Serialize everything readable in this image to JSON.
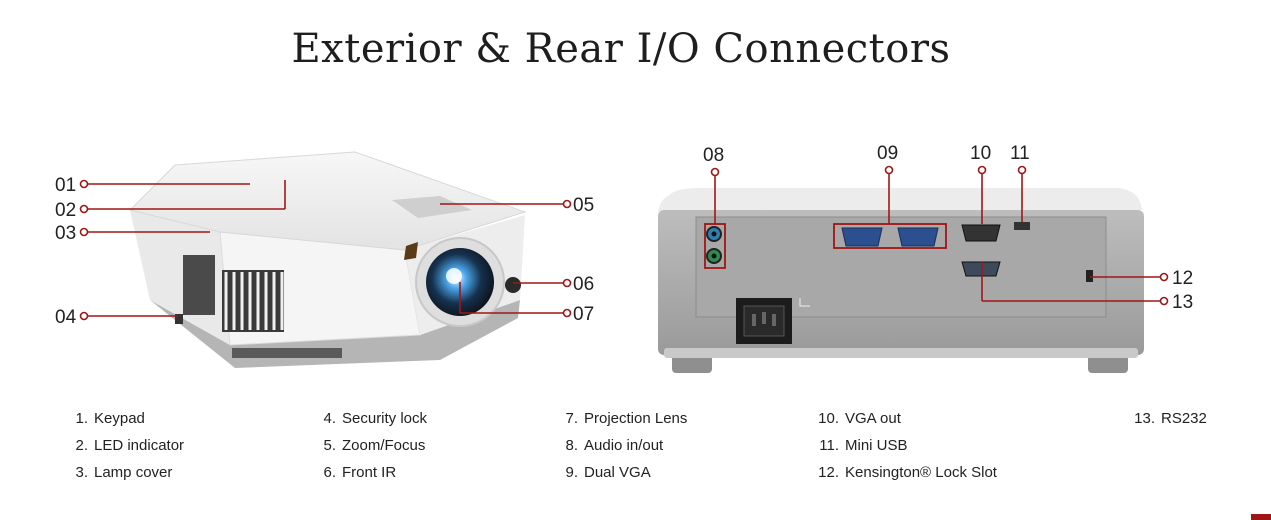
{
  "title": "Exterior & Rear I/O Connectors",
  "callouts": {
    "c01": "01",
    "c02": "02",
    "c03": "03",
    "c04": "04",
    "c05": "05",
    "c06": "06",
    "c07": "07",
    "c08": "08",
    "c09": "09",
    "c10": "10",
    "c11": "11",
    "c12": "12",
    "c13": "13"
  },
  "legend": [
    [
      {
        "num": "1.",
        "label": "Keypad"
      },
      {
        "num": "2.",
        "label": "LED indicator"
      },
      {
        "num": "3.",
        "label": "Lamp cover"
      }
    ],
    [
      {
        "num": "4.",
        "label": "Security lock"
      },
      {
        "num": "5.",
        "label": "Zoom/Focus"
      },
      {
        "num": "6.",
        "label": "Front IR"
      }
    ],
    [
      {
        "num": "7.",
        "label": "Projection Lens"
      },
      {
        "num": "8.",
        "label": "Audio in/out"
      },
      {
        "num": "9.",
        "label": "Dual VGA"
      }
    ],
    [
      {
        "num": "10.",
        "label": "VGA out"
      },
      {
        "num": "11.",
        "label": "Mini USB"
      },
      {
        "num": "12.",
        "label": "Kensington® Lock Slot"
      }
    ],
    [
      {
        "num": "13.",
        "label": "RS232"
      }
    ]
  ],
  "colors": {
    "callout_line": "#a01616",
    "body_white": "#f2f2f2",
    "body_gray": "#a9a9a9"
  }
}
